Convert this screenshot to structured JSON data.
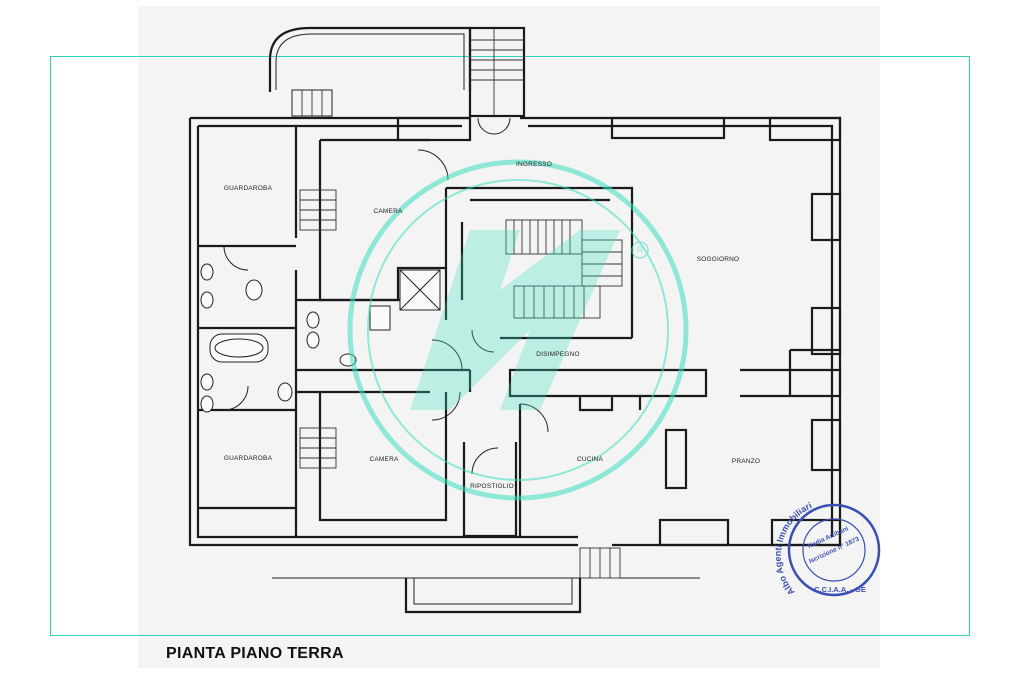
{
  "caption": "PIANTA PIANO TERRA",
  "rooms": {
    "ingresso": "INGRESSO",
    "guardaroba_top": "GUARDAROBA",
    "camera_top": "CAMERA",
    "soggiorno": "SOGGIORNO",
    "disimpegno": "DISIMPEGNO",
    "guardaroba_bottom": "GUARDAROBA",
    "camera_bottom": "CAMERA",
    "cucina": "CUCINA",
    "ripostiglio": "RIPOSTIGLIO",
    "pranzo": "PRANZO"
  },
  "stamp": {
    "outer_left": "Albo Agenti Immobiliari",
    "inner_name": "Nadia Artibani",
    "inner_reg": "Iscrizione n° 1873",
    "bottom": "C.C.I.A.A. - GE"
  },
  "colors": {
    "frame": "#2fd3b6",
    "watermark": "#3ee0c0",
    "stamp": "#3a4fb5"
  }
}
